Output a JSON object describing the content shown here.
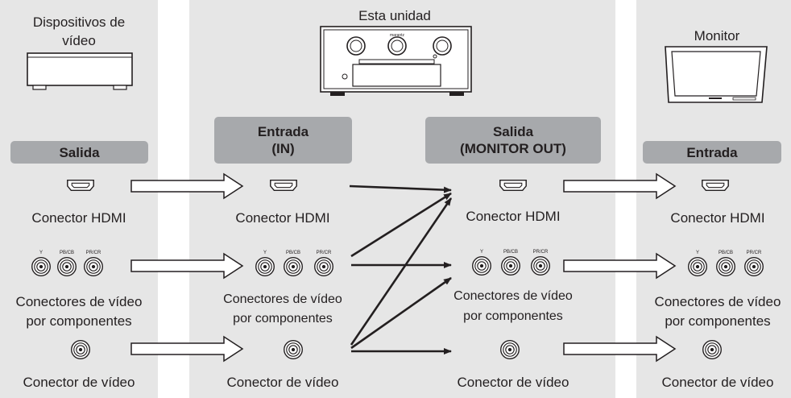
{
  "columns": {
    "source": {
      "title_line1": "Dispositivos de",
      "title_line2": "vídeo",
      "header": "Salida"
    },
    "unit": {
      "title": "Esta unidad",
      "input_header_line1": "Entrada",
      "input_header_line2": "(IN)",
      "output_header_line1": "Salida",
      "output_header_line2": "(MONITOR OUT)"
    },
    "monitor": {
      "title": "Monitor",
      "header": "Entrada"
    }
  },
  "connectors": {
    "hdmi": "Conector HDMI",
    "component_line1": "Conectores de vídeo",
    "component_line2": "por componentes",
    "video": "Conector de vídeo",
    "component_labels": [
      "Y",
      "PB/CB",
      "PR/CR"
    ]
  },
  "device_logo": "marantz",
  "colors": {
    "panel_bg": "#e6e6e6",
    "pill_bg": "#a7a9ac",
    "ink": "#231f20"
  }
}
